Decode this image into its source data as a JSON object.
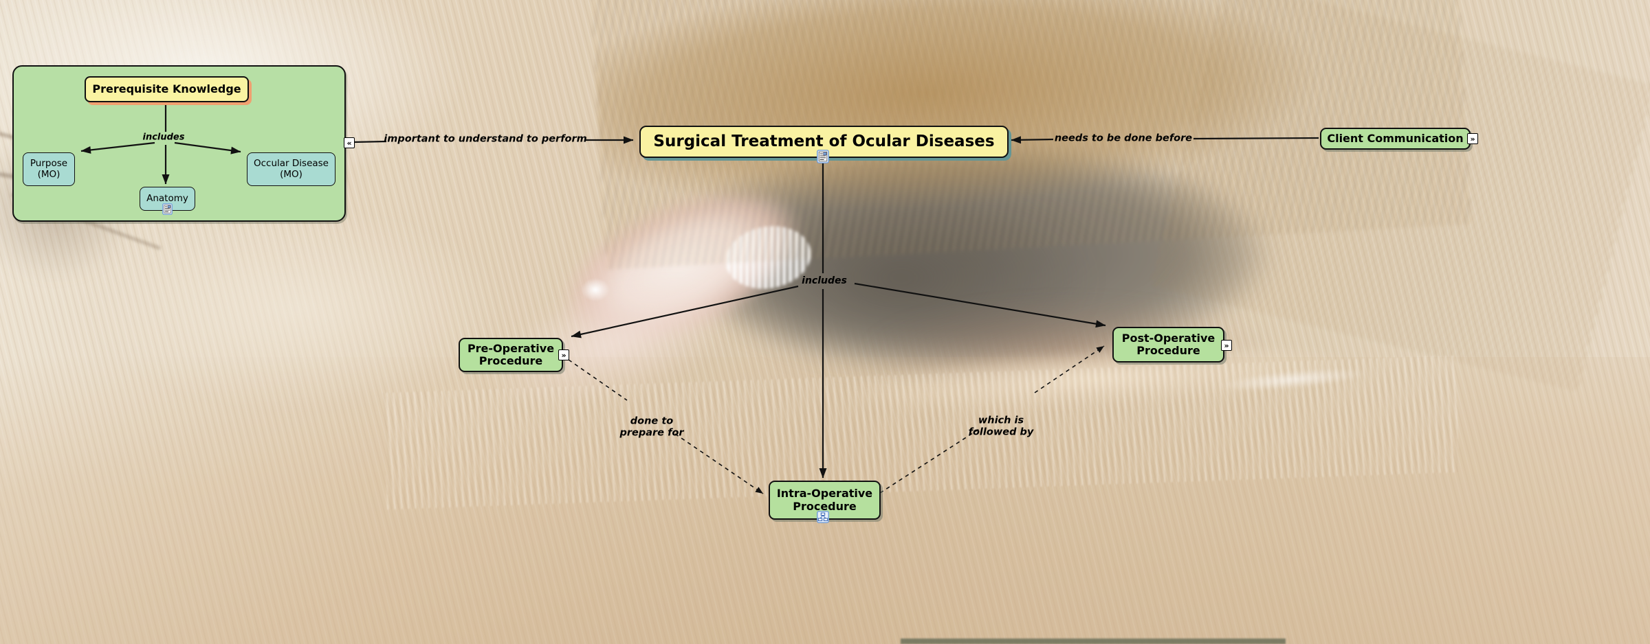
{
  "panel": {
    "root_label": "Prerequisite Knowledge",
    "link_label": "includes",
    "children": [
      {
        "line1": "Purpose",
        "line2": "(MO)"
      },
      {
        "label": "Anatomy"
      },
      {
        "line1": "Occular Disease",
        "line2": "(MO)"
      }
    ]
  },
  "nodes": {
    "title": "Surgical Treatment of Ocular Diseases",
    "client": "Client Communication",
    "pre_op": {
      "line1": "Pre-Operative",
      "line2": "Procedure"
    },
    "intra_op": {
      "line1": "Intra-Operative",
      "line2": "Procedure"
    },
    "post_op": {
      "line1": "Post-Operative",
      "line2": "Procedure"
    }
  },
  "links": {
    "important": "important to understand to perform",
    "needs_before": "needs to be done before",
    "includes": "includes",
    "done_to": {
      "line1": "done to",
      "line2": "prepare for"
    },
    "followed_by": {
      "line1": "which is",
      "line2": "followed by"
    }
  },
  "icons": {
    "expand_glyph": "»",
    "collapse_glyph": "«",
    "resource_icon": "document-resource",
    "submap_icon": "concept-map-resource"
  },
  "colors": {
    "node_green": "#b5e09e",
    "node_yellow": "#f9f2a2",
    "node_cyan": "#a9dbd2",
    "panel_green": "#b7dfa5",
    "root_shadow_orange": "#f0a070",
    "title_shadow_teal": "#639696",
    "line_black": "#111111"
  }
}
